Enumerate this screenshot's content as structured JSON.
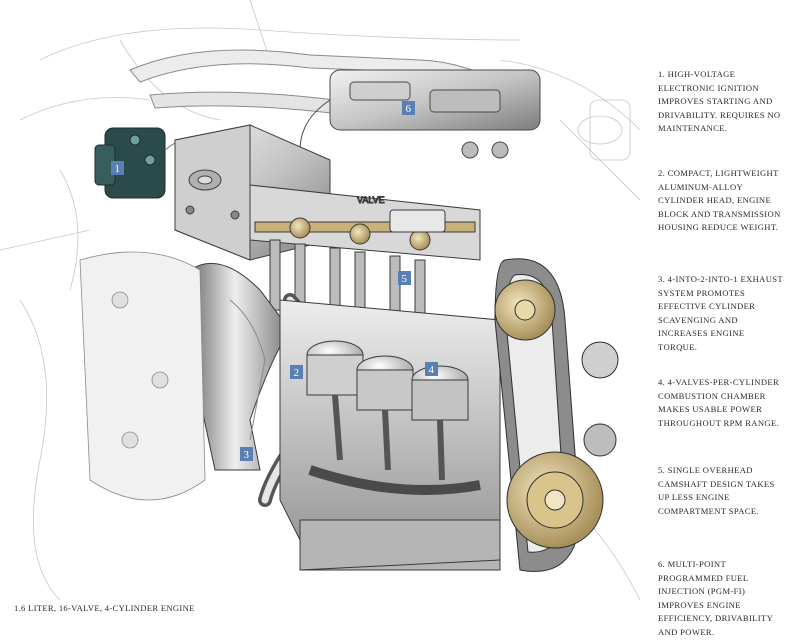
{
  "notes": [
    {
      "text": "1. HIGH-VOLTAGE ELECTRONIC IGNITION IMPROVES STARTING AND DRIVABILITY. REQUIRES NO MAINTENANCE."
    },
    {
      "text": "2. COMPACT, LIGHTWEIGHT ALUMINUM-ALLOY CYLINDER HEAD, ENGINE BLOCK AND TRANSMISSION HOUSING REDUCE WEIGHT."
    },
    {
      "text": "3. 4-INTO-2-INTO-1 EXHAUST SYSTEM PROMOTES EFFECTIVE CYLINDER SCAVENGING AND INCREASES ENGINE TORQUE."
    },
    {
      "text": "4. 4-VALVES-PER-CYLINDER COMBUSTION CHAMBER MAKES USABLE POWER THROUGHOUT RPM RANGE."
    },
    {
      "text": "5. SINGLE OVERHEAD CAMSHAFT DESIGN TAKES UP LESS ENGINE COMPARTMENT SPACE."
    },
    {
      "text": "6. MULTI-POINT PROGRAMMED FUEL INJECTION (PGM-FI) IMPROVES ENGINE EFFICIENCY, DRIVABILITY AND POWER."
    }
  ],
  "markers": [
    "1",
    "2",
    "3",
    "4",
    "5",
    "6"
  ],
  "engine_badge": "VALVE",
  "caption": "1.6 LITER, 16-VALVE, 4-CYLINDER ENGINE",
  "colors": {
    "marker": "#5a7fb5",
    "line": "#4a4a4a",
    "metal_light": "#dcdcdc",
    "metal_mid": "#a9a9a9",
    "metal_dark": "#5c5c5c",
    "brass": "#c9b27a",
    "ignition": "#2b4a4a"
  }
}
